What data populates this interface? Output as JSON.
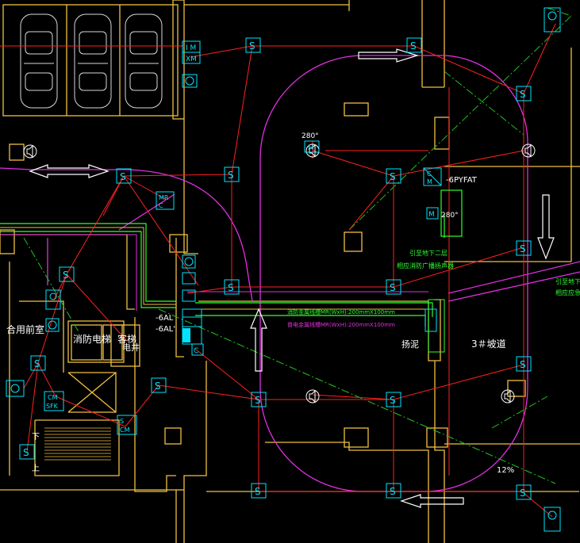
{
  "colors": {
    "background": "#000000",
    "wall": "#f0c040",
    "detector": "#00e5ff",
    "wire_red": "#ff2020",
    "ramp_magenta": "#e030e0",
    "green": "#30ff30",
    "dashdot_green": "#20c020",
    "white": "#ffffff",
    "dim_white": "#bfbfbf"
  },
  "labels": {
    "room_multipurpose": "合用前室",
    "room_fire_elevator": "消防电梯",
    "room_passenger_elevator": "客梯",
    "room_electrical_shaft": "电井",
    "room_pump": "扬泥",
    "ramp_no3": "3＃坡道",
    "bus_6al": "-6AL",
    "bus_6al_prime": "-6AL'",
    "fan_pyfat": "-6PYFAT",
    "damper_280a": "280°",
    "damper_280b": "280°",
    "note_line_1": "引至地下二层",
    "note_line_2": "相应消防广播扬声器",
    "note_line_3": "引至地下",
    "note_line_4": "相应应急",
    "tray_label_1": "消防金属线槽MR(WxH):200mmX100mm",
    "tray_label_2": "普电金属线槽MR(WxH):200mmX100mm",
    "slope": "12%",
    "stair_down": "下",
    "stair_up": "上"
  }
}
